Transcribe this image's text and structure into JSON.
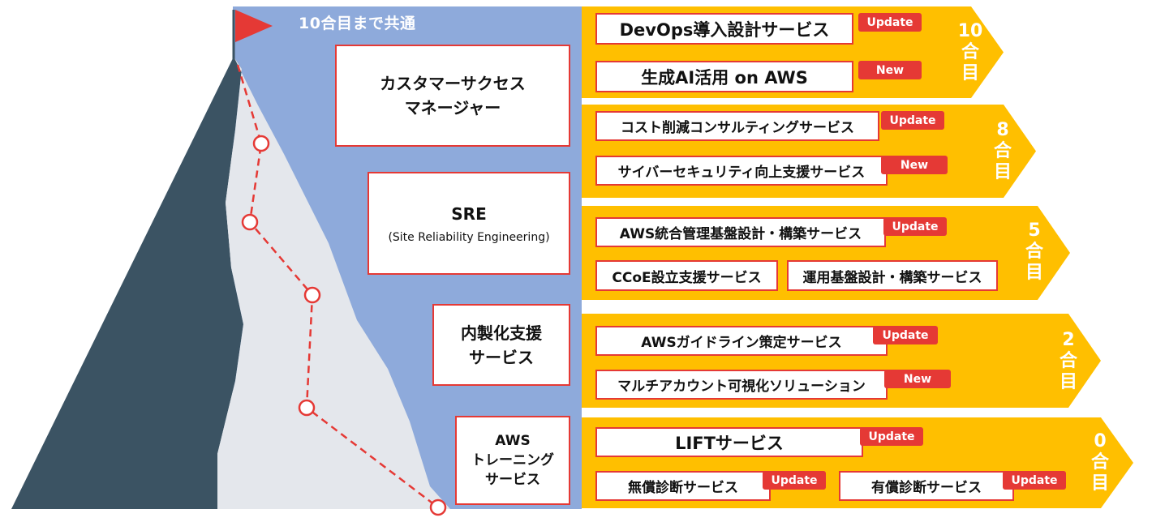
{
  "common_label": "10合目まで共通",
  "roles": [
    {
      "title": "カスタマーサクセス",
      "title2": "マネージャー"
    },
    {
      "title": "SRE",
      "subtitle": "(Site Reliability Engineering)"
    },
    {
      "title": "内製化支援",
      "title2": "サービス"
    },
    {
      "title": "AWS",
      "title2": "トレーニング",
      "title3": "サービス"
    }
  ],
  "stages": [
    {
      "number": "10",
      "label": [
        "合",
        "目"
      ]
    },
    {
      "number": "8",
      "label": [
        "合",
        "目"
      ]
    },
    {
      "number": "5",
      "label": [
        "合",
        "目"
      ]
    },
    {
      "number": "2",
      "label": [
        "合",
        "目"
      ]
    },
    {
      "number": "0",
      "label": [
        "合",
        "目"
      ]
    }
  ],
  "services": [
    {
      "name": "DevOps導入設計サービス",
      "badge": "Update"
    },
    {
      "name": "生成AI活用 on AWS",
      "badge": "New"
    },
    {
      "name": "コスト削減コンサルティングサービス",
      "badge": "Update"
    },
    {
      "name": "サイバーセキュリティ向上支援サービス",
      "badge": "New"
    },
    {
      "name": "AWS統合管理基盤設計・構築サービス",
      "badge": "Update"
    },
    {
      "name": "CCoE設立支援サービス",
      "badge": ""
    },
    {
      "name": "運用基盤設計・構築サービス",
      "badge": ""
    },
    {
      "name": "AWSガイドライン策定サービス",
      "badge": "Update"
    },
    {
      "name": "マルチアカウント可視化ソリューション",
      "badge": "New"
    },
    {
      "name": "LIFTサービス",
      "badge": "Update"
    },
    {
      "name": "無償診断サービス",
      "badge": "Update"
    },
    {
      "name": "有償診断サービス",
      "badge": "Update"
    }
  ],
  "colors": {
    "sky": "#8eaadb",
    "band": "#ffbf00",
    "mountain_dark": "#3b5363",
    "mountain_light": "#e4e7ec",
    "accent_red": "#e53935"
  }
}
